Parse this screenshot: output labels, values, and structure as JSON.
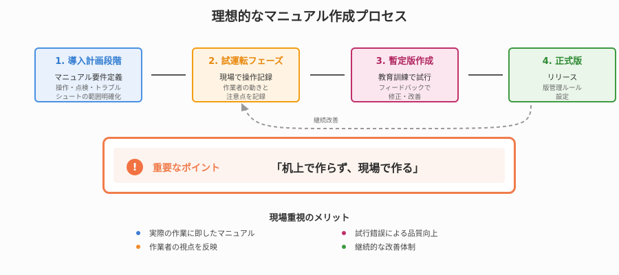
{
  "title": "理想的なマニュアル作成プロセス",
  "stages": [
    {
      "heading": "1. 導入計画段階",
      "main": "マニュアル要件定義",
      "sub": "操作・点検・トラブル\nシュートの範囲明確化",
      "color": "#4a90e2"
    },
    {
      "heading": "2. 試運転フェーズ",
      "main": "現場で操作記録",
      "sub": "作業者の動きと\n注意点を記録",
      "color": "#f39c12"
    },
    {
      "heading": "3. 暫定版作成",
      "main": "教育訓練で試行",
      "sub": "フィードバックで\n修正・改善",
      "color": "#c0306a"
    },
    {
      "heading": "4. 正式版",
      "main": "リリース",
      "sub": "版管理ルール\n設定",
      "color": "#3d9a3f"
    }
  ],
  "loop_label": "継続改善",
  "keypoint": {
    "label": "重要なポイント",
    "quote": "「机上で作らず、現場で作る」",
    "icon": "exclamation-icon",
    "color": "#f07b4b"
  },
  "merits": {
    "title": "現場重視のメリット",
    "items": [
      {
        "text": "実際の作業に即したマニュアル",
        "color": "#3a7bd5"
      },
      {
        "text": "作業者の視点を反映",
        "color": "#f28c28"
      },
      {
        "text": "試行錯誤による品質向上",
        "color": "#c0306a"
      },
      {
        "text": "継続的な改善体制",
        "color": "#3d9a3f"
      }
    ]
  }
}
